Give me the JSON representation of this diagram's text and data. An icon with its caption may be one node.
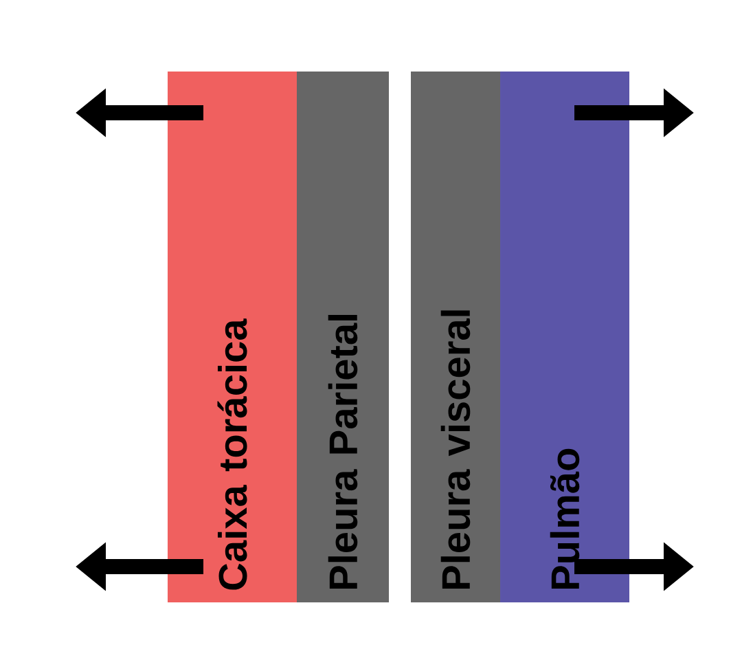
{
  "diagram": {
    "nodes": [
      {
        "text": [
          "Caixa torácica"
        ]
      },
      {
        "text": [
          "Pleura Parietal"
        ]
      },
      {
        "text": [
          "Pleura visceral"
        ]
      },
      {
        "text": [
          "Pulmão"
        ]
      }
    ]
  }
}
